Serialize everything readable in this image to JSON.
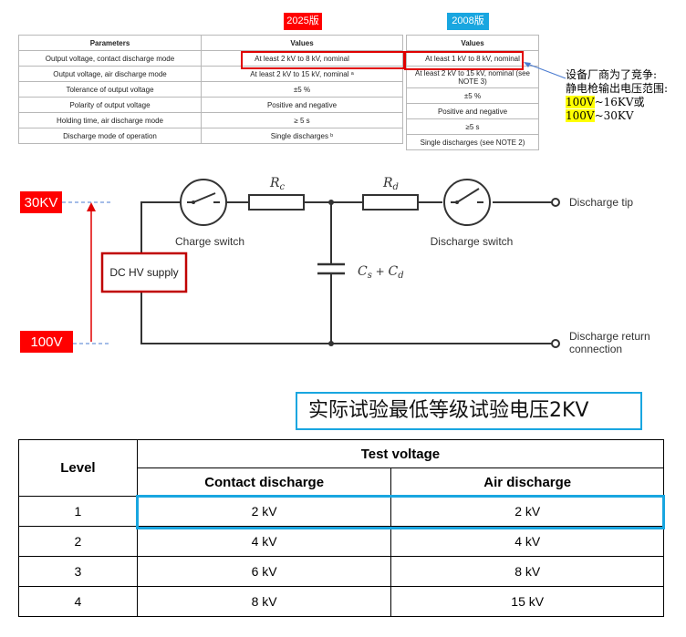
{
  "tags": {
    "v2025": "2025版",
    "v2008": "2008版"
  },
  "spec2025": {
    "headers": [
      "Parameters",
      "Values"
    ],
    "rows": [
      {
        "param": "Output voltage, contact discharge mode",
        "value": "At least 2 kV to 8 kV, nominal"
      },
      {
        "param": "Output voltage, air discharge mode",
        "value": "At least 2 kV to 15 kV, nominal ᵃ"
      },
      {
        "param": "Tolerance of output voltage",
        "value": "±5 %"
      },
      {
        "param": "Polarity of output voltage",
        "value": "Positive and negative"
      },
      {
        "param": "Holding time, air discharge mode",
        "value": "≥ 5 s"
      },
      {
        "param": "Discharge mode of operation",
        "value": "Single discharges ᵇ"
      }
    ]
  },
  "spec2008": {
    "header": "Values",
    "rows": [
      "At least 1 kV to 8 kV, nominal",
      "At least 2 kV to 15 kV, nominal (see NOTE 3)",
      "±5 %",
      "Positive and negative",
      "≥5 s",
      "Single discharges (see NOTE 2)"
    ]
  },
  "note": {
    "line1": "设备厂商为了竞争:",
    "line2": "静电枪输出电压范围:",
    "line3_hl": "100V",
    "line3_rest": "~16KV或",
    "line4_hl": "100V",
    "line4_rest": "~30KV"
  },
  "circuit": {
    "voltage_top": "30KV",
    "voltage_bottom": "100V",
    "rc_label": "R",
    "rc_sub": "c",
    "rd_label": "R",
    "rd_sub": "d",
    "cap_label_a": "C",
    "cap_sub_a": "s",
    "cap_plus": " + ",
    "cap_label_b": "C",
    "cap_sub_b": "d",
    "charge_switch": "Charge switch",
    "discharge_switch": "Discharge switch",
    "supply": "DC HV supply",
    "discharge_tip": "Discharge tip",
    "return_line1": "Discharge return",
    "return_line2": "connection"
  },
  "caption": "实际试验最低等级试验电压2KV",
  "levels": {
    "level_header": "Level",
    "test_voltage_header": "Test voltage",
    "contact_header": "Contact discharge",
    "air_header": "Air discharge",
    "rows": [
      {
        "level": "1",
        "contact": "2 kV",
        "air": "2 kV"
      },
      {
        "level": "2",
        "contact": "4 kV",
        "air": "4 kV"
      },
      {
        "level": "3",
        "contact": "6 kV",
        "air": "8 kV"
      },
      {
        "level": "4",
        "contact": "8 kV",
        "air": "15 kV"
      }
    ]
  },
  "colors": {
    "red": "#ff0000",
    "blue": "#19a6e0",
    "highlight": "#ffff00"
  }
}
